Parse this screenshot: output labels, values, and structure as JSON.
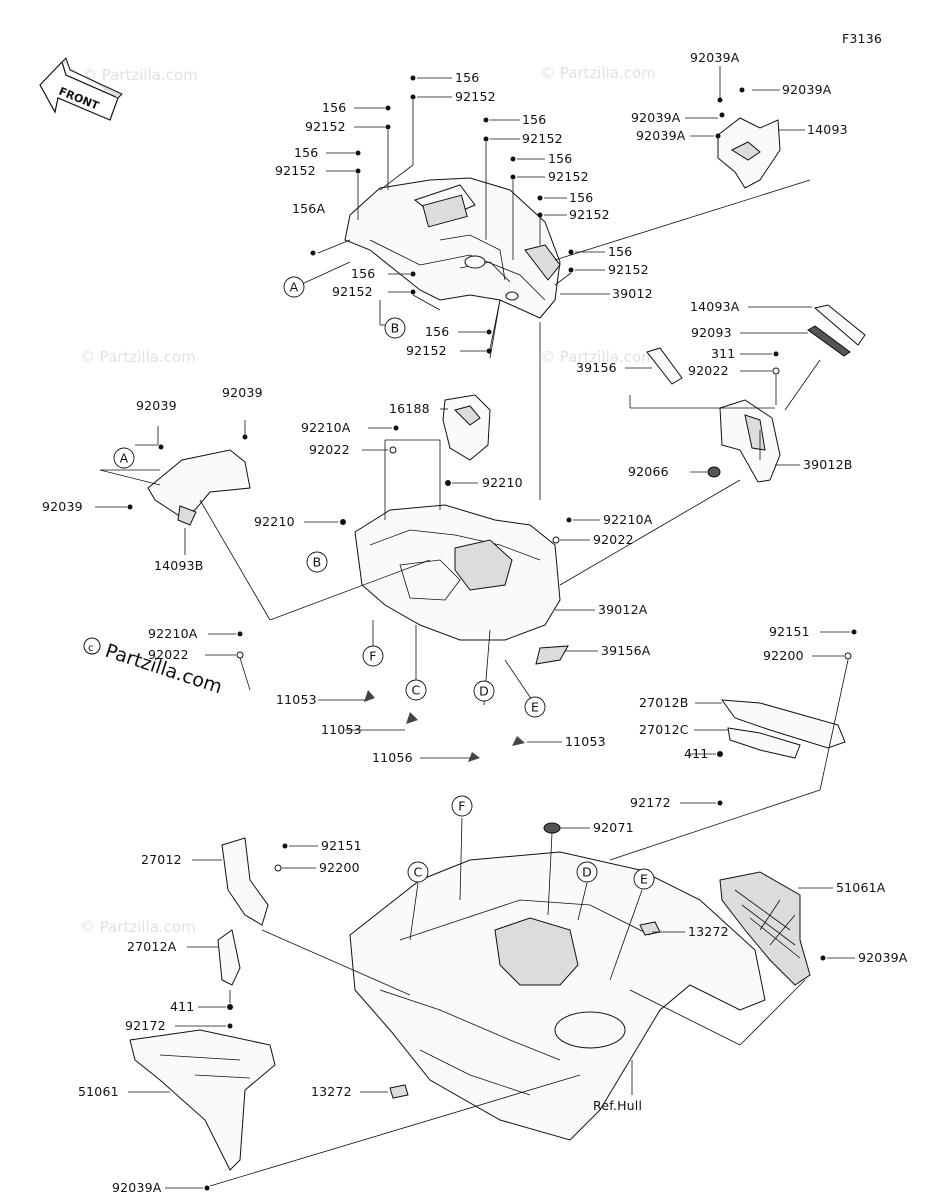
{
  "figure_code": "F3136",
  "watermark": "© Partzilla.com",
  "direction_label": "FRONT",
  "reference_label": "Ref.Hull",
  "callouts": [
    {
      "key": "c1",
      "text": "92039A"
    },
    {
      "key": "c2",
      "text": "92039A"
    },
    {
      "key": "c3",
      "text": "92039A"
    },
    {
      "key": "c4",
      "text": "92039A"
    },
    {
      "key": "c5",
      "text": "14093"
    },
    {
      "key": "c6",
      "text": "156"
    },
    {
      "key": "c7",
      "text": "92152"
    },
    {
      "key": "c8",
      "text": "156"
    },
    {
      "key": "c9",
      "text": "92152"
    },
    {
      "key": "c10",
      "text": "156"
    },
    {
      "key": "c11",
      "text": "92152"
    },
    {
      "key": "c12",
      "text": "156"
    },
    {
      "key": "c13",
      "text": "92152"
    },
    {
      "key": "c14",
      "text": "156"
    },
    {
      "key": "c15",
      "text": "92152"
    },
    {
      "key": "c16",
      "text": "156"
    },
    {
      "key": "c17",
      "text": "92152"
    },
    {
      "key": "c18",
      "text": "156A"
    },
    {
      "key": "c19",
      "text": "156"
    },
    {
      "key": "c20",
      "text": "92152"
    },
    {
      "key": "c21",
      "text": "156"
    },
    {
      "key": "c22",
      "text": "92152"
    },
    {
      "key": "c23",
      "text": "39012"
    },
    {
      "key": "c24",
      "text": "156"
    },
    {
      "key": "c25",
      "text": "92152"
    },
    {
      "key": "c26",
      "text": "14093A"
    },
    {
      "key": "c27",
      "text": "92093"
    },
    {
      "key": "c28",
      "text": "311"
    },
    {
      "key": "c29",
      "text": "39156"
    },
    {
      "key": "c30",
      "text": "92022"
    },
    {
      "key": "c31",
      "text": "92039"
    },
    {
      "key": "c32",
      "text": "92039"
    },
    {
      "key": "c33",
      "text": "16188"
    },
    {
      "key": "c34",
      "text": "92210A"
    },
    {
      "key": "c35",
      "text": "92022"
    },
    {
      "key": "c36",
      "text": "92066"
    },
    {
      "key": "c37",
      "text": "39012B"
    },
    {
      "key": "c38",
      "text": "92210"
    },
    {
      "key": "c39",
      "text": "92039"
    },
    {
      "key": "c40",
      "text": "92210"
    },
    {
      "key": "c41",
      "text": "92210A"
    },
    {
      "key": "c42",
      "text": "92022"
    },
    {
      "key": "c43",
      "text": "14093B"
    },
    {
      "key": "c44",
      "text": "39012A"
    },
    {
      "key": "c45",
      "text": "92210A"
    },
    {
      "key": "c46",
      "text": "92022"
    },
    {
      "key": "c47",
      "text": "39156A"
    },
    {
      "key": "c48",
      "text": "92151"
    },
    {
      "key": "c49",
      "text": "92200"
    },
    {
      "key": "c50",
      "text": "11053"
    },
    {
      "key": "c51",
      "text": "27012B"
    },
    {
      "key": "c52",
      "text": "27012C"
    },
    {
      "key": "c53",
      "text": "11053"
    },
    {
      "key": "c54",
      "text": "411"
    },
    {
      "key": "c55",
      "text": "11056"
    },
    {
      "key": "c56",
      "text": "11053"
    },
    {
      "key": "c57",
      "text": "92172"
    },
    {
      "key": "c58",
      "text": "92071"
    },
    {
      "key": "c59",
      "text": "92151"
    },
    {
      "key": "c60",
      "text": "27012"
    },
    {
      "key": "c61",
      "text": "92200"
    },
    {
      "key": "c62",
      "text": "51061A"
    },
    {
      "key": "c63",
      "text": "13272"
    },
    {
      "key": "c64",
      "text": "27012A"
    },
    {
      "key": "c65",
      "text": "92039A"
    },
    {
      "key": "c66",
      "text": "411"
    },
    {
      "key": "c67",
      "text": "92172"
    },
    {
      "key": "c68",
      "text": "13272"
    },
    {
      "key": "c69",
      "text": "51061"
    },
    {
      "key": "c70",
      "text": "92039A"
    }
  ],
  "ref_letters": [
    {
      "key": "r1",
      "text": "A"
    },
    {
      "key": "r2",
      "text": "B"
    },
    {
      "key": "r3",
      "text": "A"
    },
    {
      "key": "r4",
      "text": "B"
    },
    {
      "key": "r5",
      "text": "F"
    },
    {
      "key": "r6",
      "text": "C"
    },
    {
      "key": "r7",
      "text": "D"
    },
    {
      "key": "r8",
      "text": "E"
    },
    {
      "key": "r9",
      "text": "F"
    },
    {
      "key": "r10",
      "text": "C"
    },
    {
      "key": "r11",
      "text": "D"
    },
    {
      "key": "r12",
      "text": "E"
    }
  ]
}
